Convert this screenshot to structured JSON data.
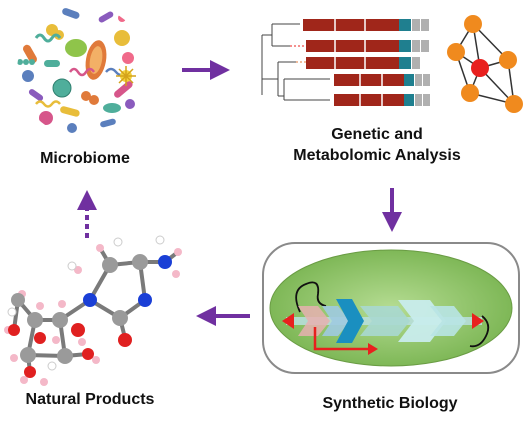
{
  "labels": {
    "microbiome": "Microbiome",
    "analysis_line1": "Genetic and",
    "analysis_line2": "Metabolomic Analysis",
    "synthetic_biology": "Synthetic Biology",
    "natural_products": "Natural Products"
  },
  "colors": {
    "arrow": "#7030a0",
    "gene_bar": "#a0261a",
    "gene_teal": "#1f7f8f",
    "gene_gray": "#b0b0b0",
    "network_node": "#f08a1e",
    "network_center": "#e8201e",
    "cell_fill": "#8fc46a",
    "construct_blue": "#1a8fc0",
    "promoter_red": "#e8201e",
    "atom_carbon": "#9a9a9a",
    "atom_nitrogen": "#1a3fd6",
    "atom_oxygen": "#e02020",
    "atom_hydrogen": "#f4b8c8"
  }
}
